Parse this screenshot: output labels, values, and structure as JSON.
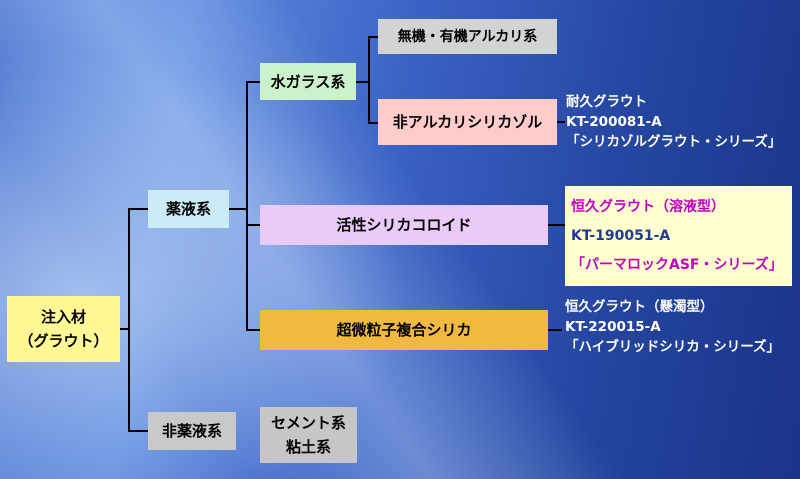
{
  "diagram": {
    "title_hint": "注入材（グラウト）分類図",
    "root": {
      "line1": "注入材",
      "line2": "（グラウト）"
    },
    "chemical": "薬液系",
    "non_chemical": "非薬液系",
    "water_glass": "水ガラス系",
    "alkali": "無機・有機アルカリ系",
    "non_alkali": "非アルカリシリカゾル",
    "active_silica": "活性シリカコロイド",
    "ultrafine_silica": "超微粒子複合シリカ",
    "cement": {
      "line1": "セメント系",
      "line2": "粘土系"
    },
    "ann_durable": {
      "line1": "耐久グラウト",
      "line2": "KT-200081-A",
      "line3": "「シリカゾルグラウト・シリーズ」"
    },
    "ann_permanent_solution": {
      "line1": "恒久グラウト（溶液型）",
      "line2": "KT-190051-A",
      "line3": "「パーマロックASF・シリーズ」"
    },
    "ann_permanent_suspension": {
      "line1": "恒久グラウト（懸濁型）",
      "line2": "KT-220015-A",
      "line3": "「ハイブリッドシリカ・シリーズ」"
    }
  },
  "colors": {
    "root_bg": "#FFF894",
    "chemical_bg": "#CBEBF7",
    "non_chemical_bg": "#C9C9C9",
    "water_glass_bg": "#CCF2CC",
    "alkali_bg": "#D3D3D3",
    "non_alkali_bg": "#FFCCCC",
    "active_silica_bg": "#EACBF8",
    "ultrafine_silica_bg": "#F0BA40",
    "cement_bg": "#C6C6C6",
    "annotation_box_bg": "#FFFFCF",
    "annotation_magenta": "#C400C4",
    "annotation_navy": "#1F3A93",
    "annotation_white": "#FFFFFF",
    "connector": "#000000",
    "background_blue": "#3A62C4"
  }
}
